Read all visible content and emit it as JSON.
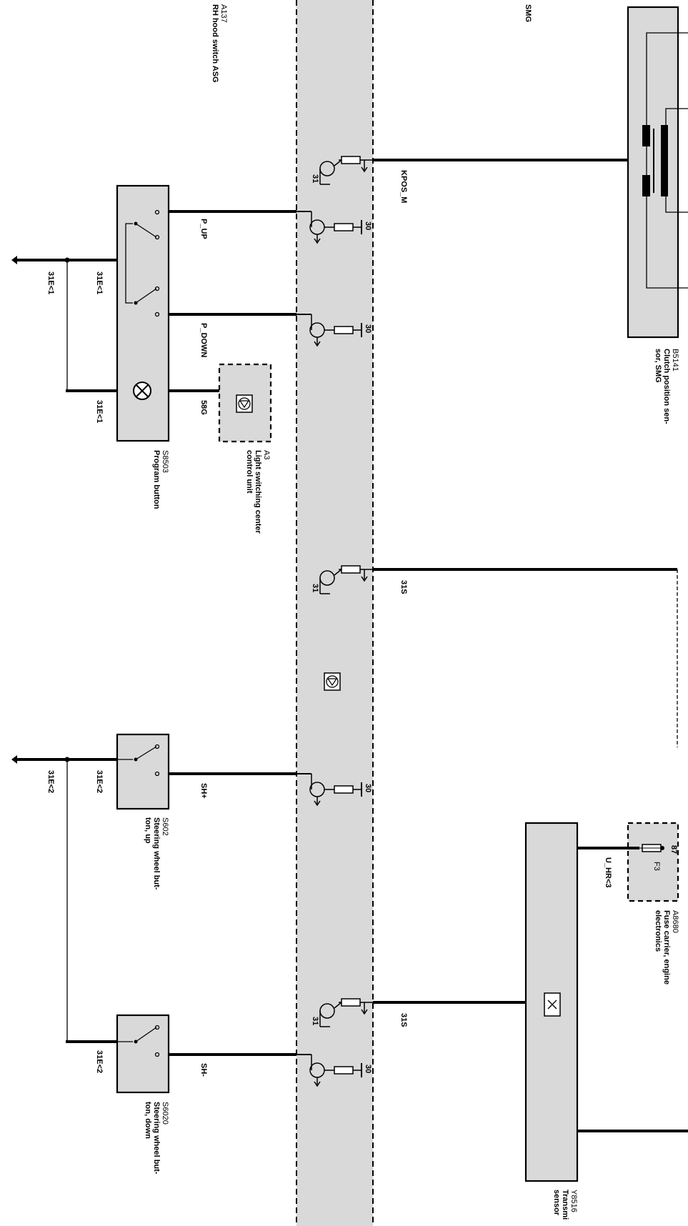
{
  "control_unit": {
    "code": "A137",
    "name": "RH hood switch ASG",
    "ref": "SMG"
  },
  "components": {
    "b5141": {
      "code": "B5141",
      "name": [
        "Clutch position sen-",
        "sor, SMG"
      ]
    },
    "s8503": {
      "code": "S8503",
      "name": [
        "Program button"
      ]
    },
    "a3": {
      "code": "A3",
      "name": [
        "Light switching center",
        "control unit"
      ]
    },
    "s602": {
      "code": "S602",
      "name": [
        "Steering wheel but-",
        "ton, up"
      ]
    },
    "s6020": {
      "code": "S6020",
      "name": [
        "Steering wheel but-",
        "ton, down"
      ]
    },
    "a8680": {
      "code": "A8680",
      "name": [
        "Fuse carrier, engine",
        "electronics"
      ],
      "fuse": "F3",
      "pin": "87"
    },
    "y8516": {
      "code": "Y8516",
      "name": [
        "Transmi",
        "sensor"
      ]
    }
  },
  "signals": {
    "kpos_m": "KPOS_M",
    "p_up": "P_UP",
    "p_down": "P_DOWN",
    "s58g": "58G",
    "s31s_a": "31S",
    "sh_plus": "SH+",
    "sh_minus": "SH-",
    "s31s_b": "31S",
    "u_hr3": "U_HR<3"
  },
  "grounds": {
    "e1_main": "31E<1",
    "e1_a": "31E<1",
    "e1_b": "31E<1",
    "e2_main": "31E<2",
    "e2_a": "31E<2",
    "e2_b": "31E<2"
  },
  "pins": {
    "t30": "30",
    "t31": "31"
  }
}
